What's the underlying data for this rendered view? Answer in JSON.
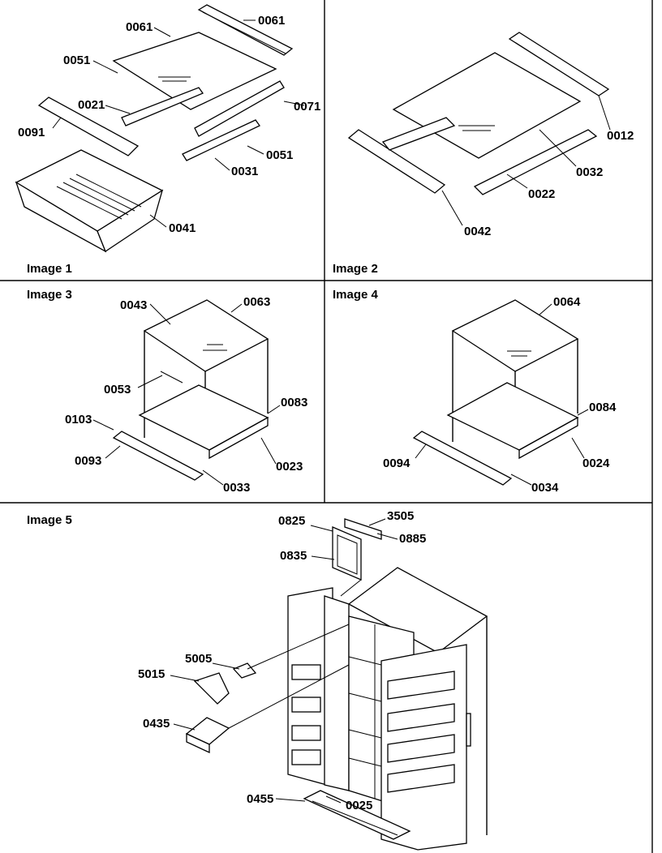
{
  "panels": [
    {
      "caption": "Image 1",
      "parts": [
        "0061",
        "0061",
        "0051",
        "0021",
        "0071",
        "0091",
        "0051",
        "0031",
        "0041"
      ]
    },
    {
      "caption": "Image 2",
      "parts": [
        "0012",
        "0032",
        "0022",
        "0042"
      ]
    },
    {
      "caption": "Image 3",
      "parts": [
        "0043",
        "0063",
        "0053",
        "0083",
        "0103",
        "0093",
        "0023",
        "0033"
      ]
    },
    {
      "caption": "Image 4",
      "parts": [
        "0064",
        "0084",
        "0094",
        "0024",
        "0034"
      ]
    },
    {
      "caption": "Image 5",
      "parts": [
        "0825",
        "3505",
        "0885",
        "0835",
        "5005",
        "5015",
        "0435",
        "0455",
        "0025"
      ]
    }
  ]
}
